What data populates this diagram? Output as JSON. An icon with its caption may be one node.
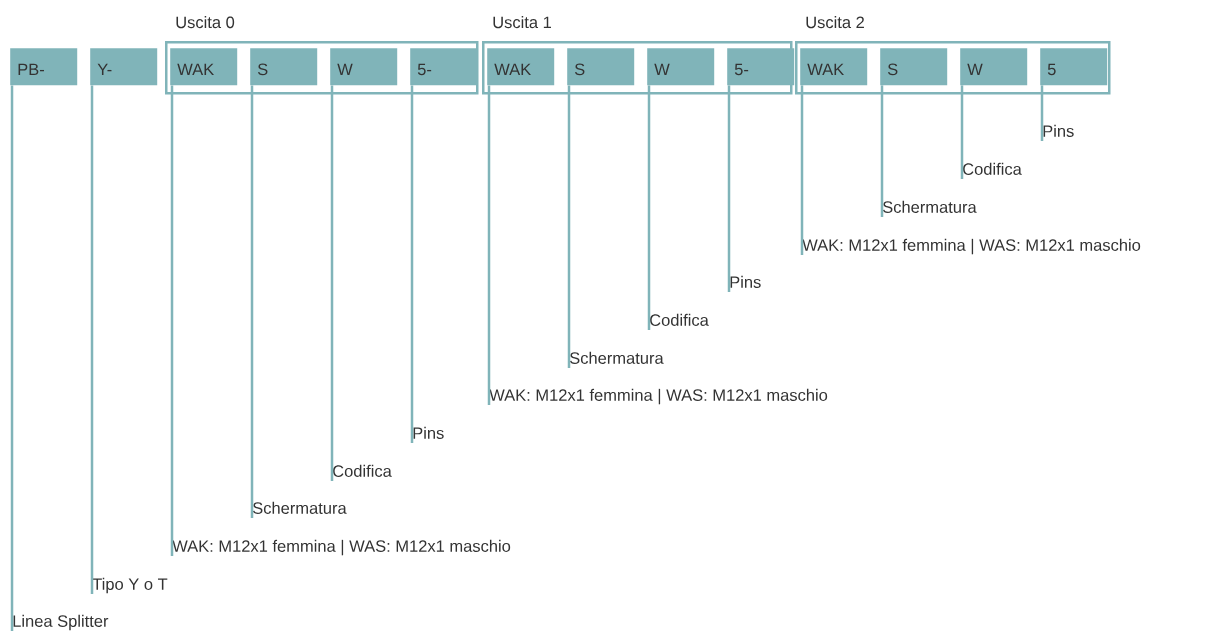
{
  "diagram": {
    "nodes": [
      {
        "text": [
          "PB-"
        ]
      },
      {
        "text": [
          "Y-"
        ]
      },
      {
        "text": [
          "Uscita 0"
        ]
      },
      {
        "text": [
          "WAK"
        ],
        "in": 2
      },
      {
        "text": [
          "S"
        ],
        "in": 2
      },
      {
        "text": [
          "W"
        ],
        "in": 2
      },
      {
        "text": [
          "5-"
        ],
        "in": 2
      },
      {
        "text": [
          "Uscita 1"
        ]
      },
      {
        "text": [
          "WAK"
        ],
        "in": 7
      },
      {
        "text": [
          "S"
        ],
        "in": 7
      },
      {
        "text": [
          "W"
        ],
        "in": 7
      },
      {
        "text": [
          "5-"
        ],
        "in": 7
      },
      {
        "text": [
          "Uscita 2"
        ]
      },
      {
        "text": [
          "WAK"
        ],
        "in": 12
      },
      {
        "text": [
          "S"
        ],
        "in": 12
      },
      {
        "text": [
          "W"
        ],
        "in": 12
      },
      {
        "text": [
          "5"
        ],
        "in": 12
      },
      {
        "text": [
          "Pins"
        ]
      },
      {
        "text": [
          "Codifica"
        ]
      },
      {
        "text": [
          "Schermatura"
        ]
      },
      {
        "text": [
          "WAK: M12x1 femmina | WAS: M12x1 maschio"
        ]
      },
      {
        "text": [
          "Pins"
        ]
      },
      {
        "text": [
          "Codifica"
        ]
      },
      {
        "text": [
          "Schermatura"
        ]
      },
      {
        "text": [
          "WAK: M12x1 femmina | WAS: M12x1 maschio"
        ]
      },
      {
        "text": [
          "Pins"
        ]
      },
      {
        "text": [
          "Codifica"
        ]
      },
      {
        "text": [
          "Schermatura"
        ]
      },
      {
        "text": [
          "WAK: M12x1 femmina | WAS: M12x1 maschio"
        ]
      },
      {
        "text": [
          "Tipo Y o T"
        ]
      },
      {
        "text": [
          "Linea Splitter"
        ]
      }
    ],
    "edges": [
      {
        "from": 16,
        "to": 17,
        "arrow": "none"
      },
      {
        "from": 15,
        "to": 18,
        "arrow": "none"
      },
      {
        "from": 14,
        "to": 19,
        "arrow": "none"
      },
      {
        "from": 13,
        "to": 20,
        "arrow": "none"
      },
      {
        "from": 11,
        "to": 21,
        "arrow": "none"
      },
      {
        "from": 10,
        "to": 22,
        "arrow": "none"
      },
      {
        "from": 9,
        "to": 23,
        "arrow": "none"
      },
      {
        "from": 8,
        "to": 24,
        "arrow": "none"
      },
      {
        "from": 6,
        "to": 25,
        "arrow": "none"
      },
      {
        "from": 5,
        "to": 26,
        "arrow": "none"
      },
      {
        "from": 4,
        "to": 27,
        "arrow": "none"
      },
      {
        "from": 3,
        "to": 28,
        "arrow": "none"
      },
      {
        "from": 1,
        "to": 29,
        "arrow": "none"
      },
      {
        "from": 0,
        "to": 30,
        "arrow": "none"
      }
    ]
  }
}
